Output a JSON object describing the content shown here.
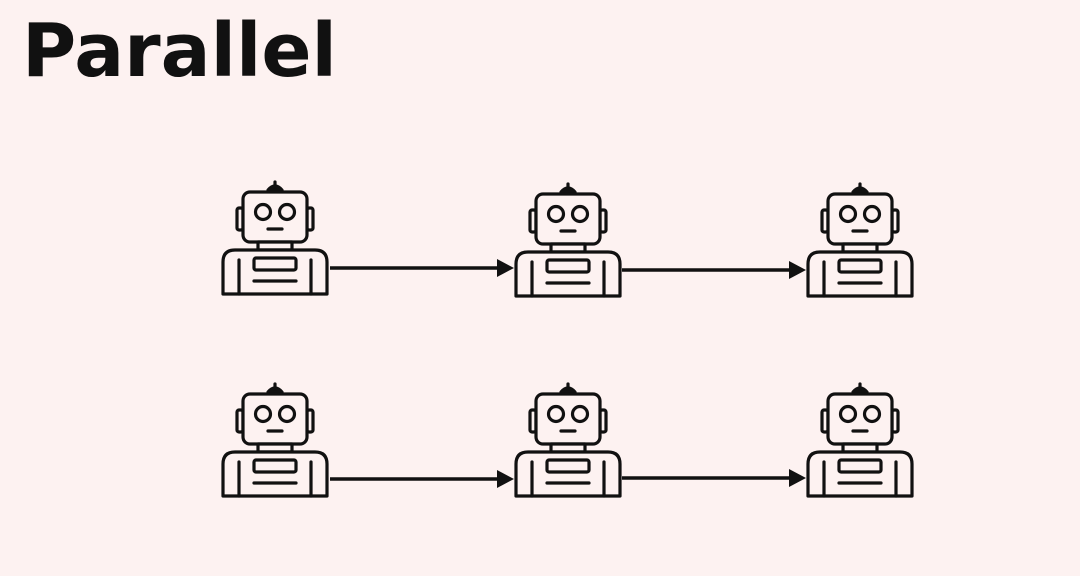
{
  "title": "Parallel",
  "colors": {
    "background": "#fdf2f1",
    "ink": "#111111"
  },
  "diagram": {
    "node_icon": "robot-icon",
    "rows": [
      {
        "name": "row-1",
        "nodes": [
          "robot-icon",
          "robot-icon",
          "robot-icon"
        ]
      },
      {
        "name": "row-2",
        "nodes": [
          "robot-icon",
          "robot-icon",
          "robot-icon"
        ]
      }
    ]
  }
}
